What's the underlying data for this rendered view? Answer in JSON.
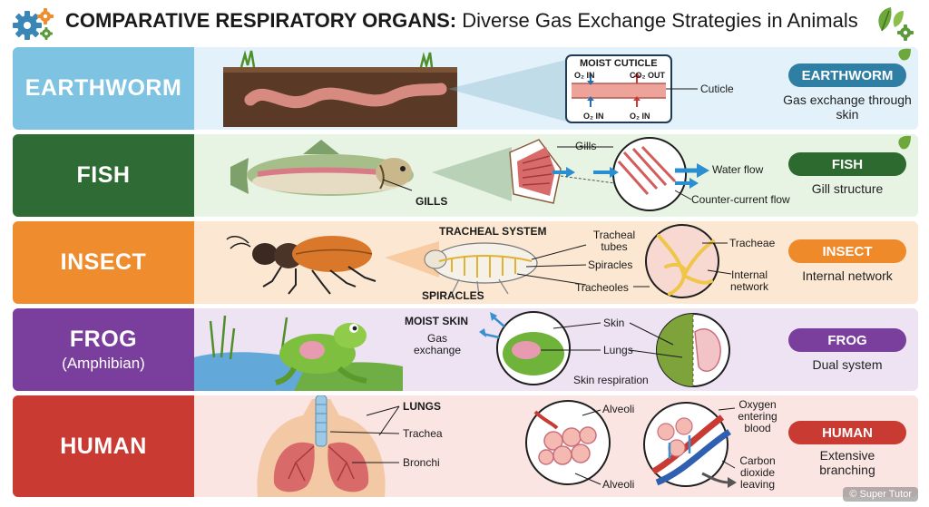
{
  "header": {
    "title_bold": "COMPARATIVE RESPIRATORY ORGANS:",
    "title_rest": " Diverse Gas Exchange Strategies in Animals"
  },
  "rows": [
    {
      "name": "EARTHWORM",
      "pill": "EARTHWORM",
      "desc": "Gas exchange through skin",
      "labels": {
        "inset_title": "MOIST CUTICLE",
        "o2_in_1": "O₂ IN",
        "co2_out": "CO₂ OUT",
        "o2_in_2": "O₂ IN",
        "o2_in_3": "O₂ IN",
        "cuticle": "Cuticle"
      }
    },
    {
      "name": "FISH",
      "pill": "FISH",
      "desc": "Gill structure",
      "labels": {
        "gills_body": "GILLS",
        "gills": "Gills",
        "water_flow": "Water flow",
        "countercurrent": "Counter-current flow"
      }
    },
    {
      "name": "INSECT",
      "pill": "INSECT",
      "desc": "Internal network",
      "labels": {
        "tracheal_system": "TRACHEAL SYSTEM",
        "tracheal_tubes": "Tracheal tubes",
        "spiracles": "Spiracles",
        "tracheoles": "Tracheoles",
        "spiracles_caps": "SPIRACLES",
        "tracheae": "Tracheae",
        "internal_network": "Internal network"
      }
    },
    {
      "name": "FROG",
      "subname": "(Amphibian)",
      "pill": "FROG",
      "desc": "Dual system",
      "labels": {
        "moist_skin": "MOIST SKIN",
        "gas_exchange": "Gas exchange",
        "skin": "Skin",
        "lungs": "Lungs",
        "skin_respiration": "Skin respiration"
      }
    },
    {
      "name": "HUMAN",
      "pill": "HUMAN",
      "desc": "Extensive branching",
      "labels": {
        "lungs_caps": "LUNGS",
        "trachea": "Trachea",
        "bronchi": "Bronchi",
        "alveoli_1": "Alveoli",
        "alveoli_2": "Alveoli",
        "oxygen_entering": "Oxygen entering blood",
        "co2_leaving": "Carbon dioxide leaving"
      }
    }
  ],
  "colors": {
    "earthworm": "#7fc3e3",
    "fish": "#2f6b34",
    "insect": "#ef8d2e",
    "frog": "#7a3e9c",
    "human": "#c93a33",
    "earthworm_pill": "#2f7ea3",
    "fish_pill": "#2d6a2f",
    "insect_pill": "#ee8a2a",
    "frog_pill": "#7a3e9c",
    "human_pill": "#c93a33"
  },
  "watermark": "© Super Tutor"
}
